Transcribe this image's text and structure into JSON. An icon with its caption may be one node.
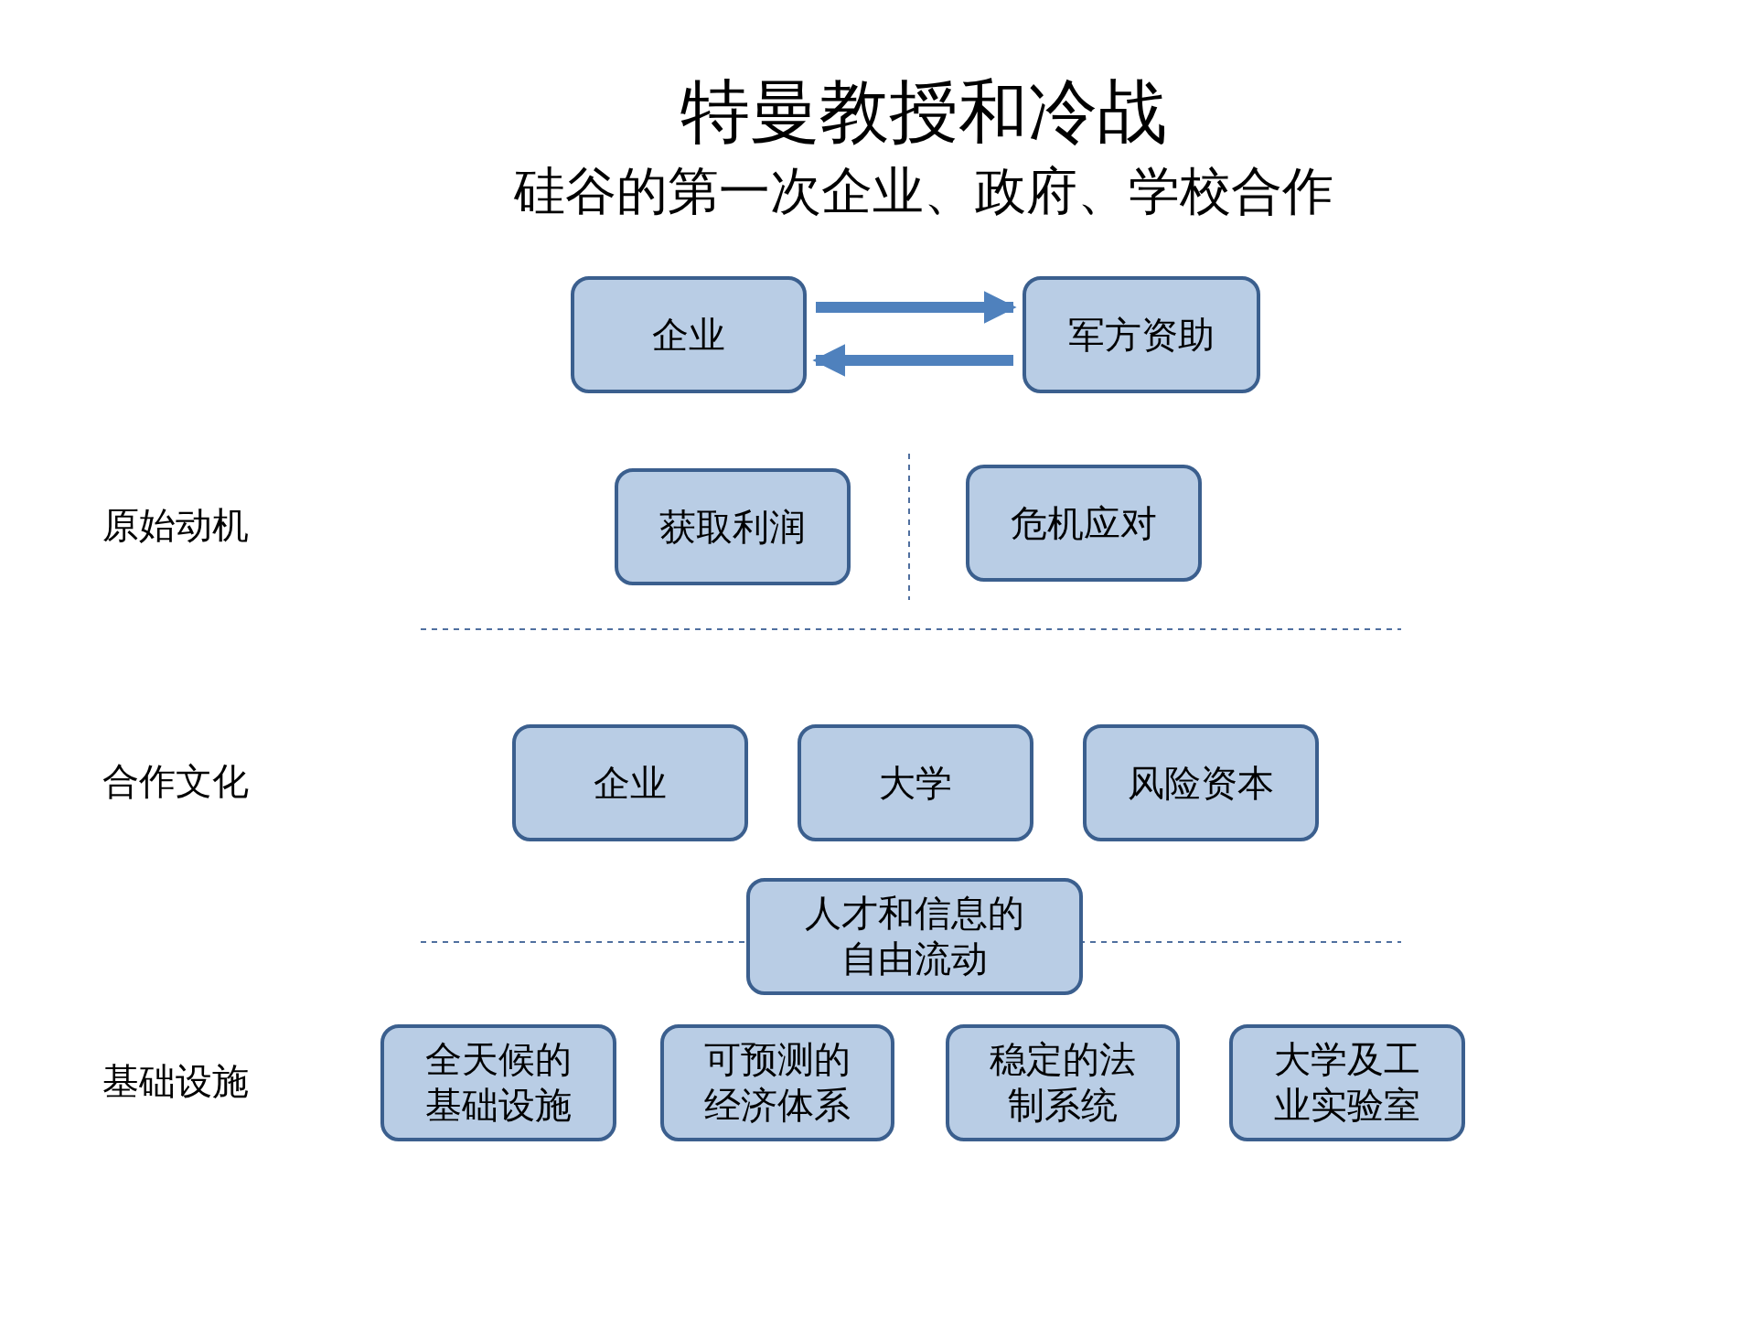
{
  "diagram": {
    "title": "特曼教授和冷战",
    "caption": "硅谷的第一次企业、政府、学校合作",
    "nodes": [
      {
        "text": [
          "企业"
        ]
      },
      {
        "text": [
          "军方资助"
        ]
      },
      {
        "text": [
          "获取利润"
        ]
      },
      {
        "text": [
          "危机应对"
        ]
      },
      {
        "text": [
          "企业"
        ]
      },
      {
        "text": [
          "大学"
        ]
      },
      {
        "text": [
          "风险资本"
        ]
      },
      {
        "text": [
          "人才和信息的自由流动"
        ]
      },
      {
        "text": [
          "全天候的基础设施"
        ]
      },
      {
        "text": [
          "可预测的经济体系"
        ]
      },
      {
        "text": [
          "稳定的法制系统"
        ]
      },
      {
        "text": [
          "大学及工业实验室"
        ]
      }
    ],
    "edges": [
      {
        "from": 0,
        "to": 1,
        "arrow": "to"
      },
      {
        "from": 1,
        "to": 0,
        "arrow": "to"
      }
    ],
    "labels": [
      "原始动机",
      "合作文化",
      "基础设施"
    ]
  }
}
